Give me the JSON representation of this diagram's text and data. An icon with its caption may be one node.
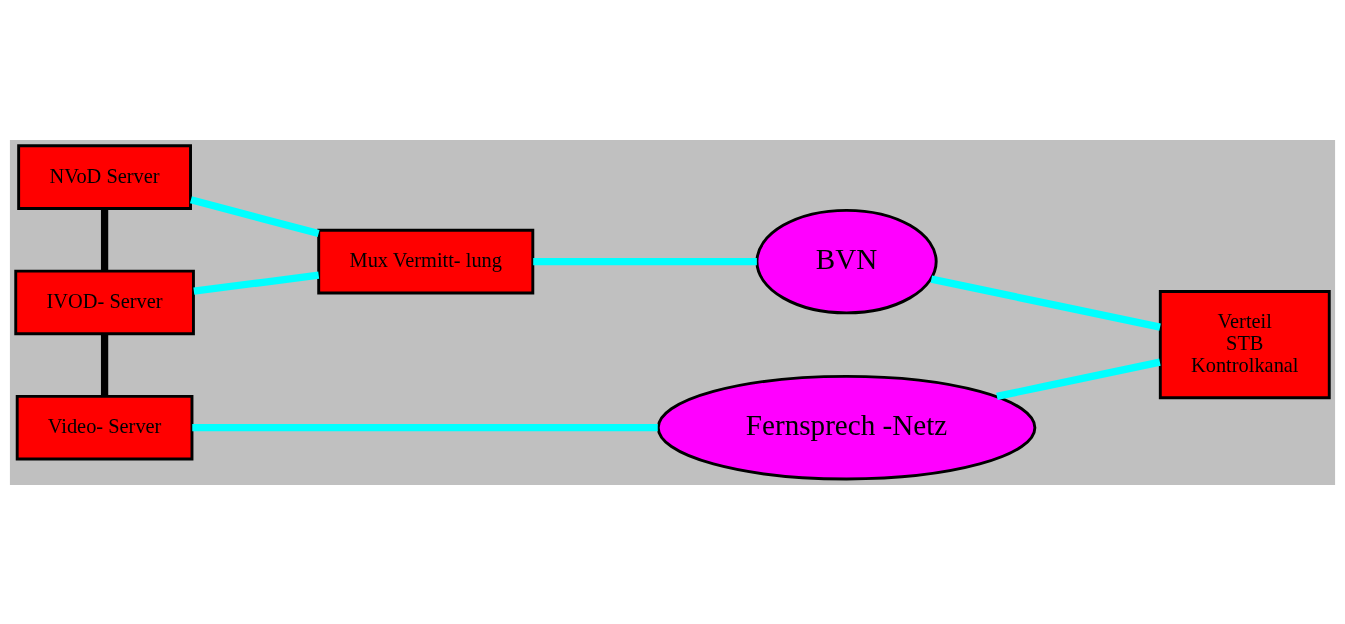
{
  "diagram": {
    "nodes": [
      {
        "text": [
          "NVoD Server"
        ]
      },
      {
        "text": [
          "IVOD- Server"
        ]
      },
      {
        "text": [
          "Video- Server"
        ]
      },
      {
        "text": [
          "Mux Vermitt- lung"
        ]
      },
      {
        "text": [
          "BVN"
        ]
      },
      {
        "text": [
          "Fernsprech -Netz"
        ]
      },
      {
        "text": [
          "Verteil",
          "STB",
          "Kontrolkanal"
        ]
      }
    ],
    "edges": [
      {
        "from": 0,
        "to": 1,
        "arrow": "none",
        "color": "#000000"
      },
      {
        "from": 1,
        "to": 2,
        "arrow": "none",
        "color": "#000000"
      },
      {
        "from": 0,
        "to": 3,
        "arrow": "none"
      },
      {
        "from": 1,
        "to": 3,
        "arrow": "none"
      },
      {
        "from": 3,
        "to": 4,
        "arrow": "none"
      },
      {
        "from": 4,
        "to": 6,
        "arrow": "none"
      },
      {
        "from": 2,
        "to": 5,
        "arrow": "none"
      },
      {
        "from": 5,
        "to": 6,
        "arrow": "none"
      }
    ]
  }
}
